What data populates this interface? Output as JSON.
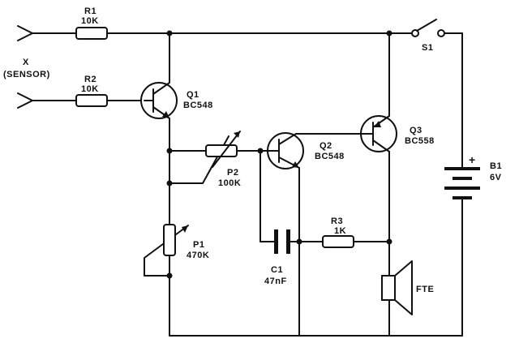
{
  "input": {
    "name": "X",
    "sub": "(SENSOR)"
  },
  "r1": {
    "name": "R1",
    "value": "10K"
  },
  "r2": {
    "name": "R2",
    "value": "10K"
  },
  "r3": {
    "name": "R3",
    "value": "1K"
  },
  "q1": {
    "name": "Q1",
    "type": "BC548"
  },
  "q2": {
    "name": "Q2",
    "type": "BC548"
  },
  "q3": {
    "name": "Q3",
    "type": "BC558"
  },
  "p1": {
    "name": "P1",
    "value": "470K"
  },
  "p2": {
    "name": "P2",
    "value": "100K"
  },
  "c1": {
    "name": "C1",
    "value": "47nF"
  },
  "s1": {
    "name": "S1"
  },
  "b1": {
    "name": "B1",
    "value": "6V",
    "polarity": "+"
  },
  "speaker": {
    "name": "FTE"
  }
}
